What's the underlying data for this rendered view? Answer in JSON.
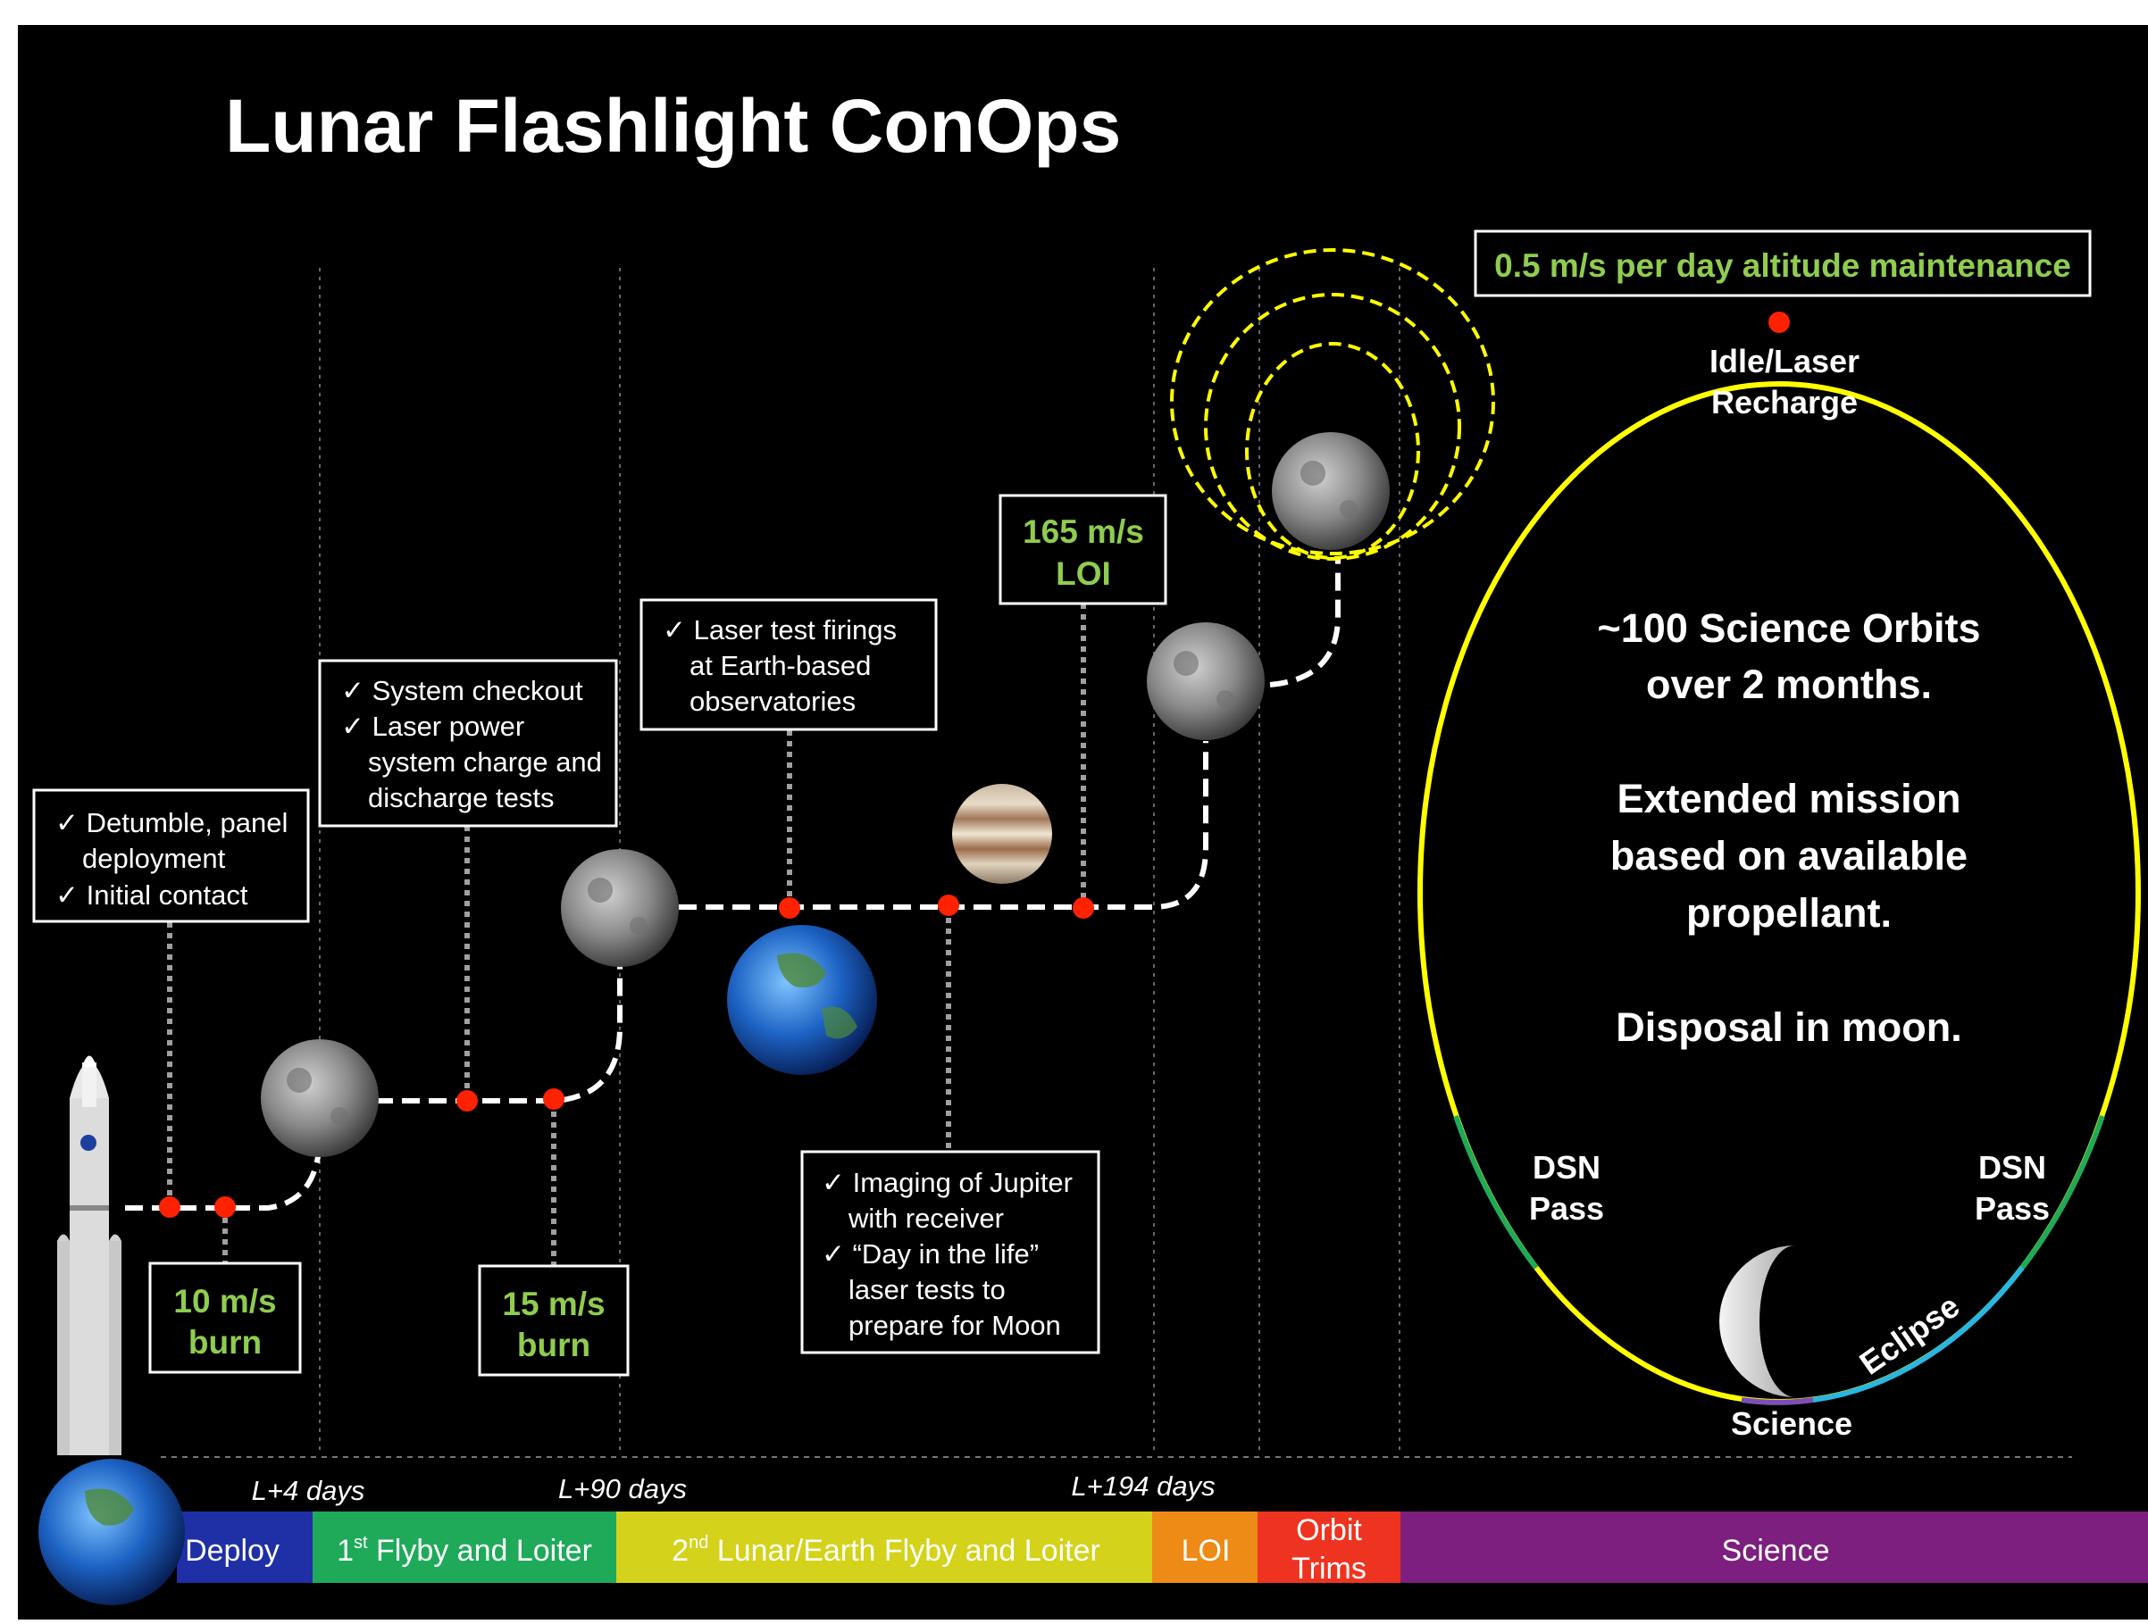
{
  "title": "Lunar Flashlight ConOps",
  "boxes": {
    "detumble": [
      "✓ Detumble, panel",
      "deployment",
      "✓ Initial contact"
    ],
    "checkout": [
      "✓ System checkout",
      "✓ Laser power",
      "system charge and",
      "discharge tests"
    ],
    "laser_test": [
      "✓ Laser test firings",
      "at Earth-based",
      "observatories"
    ],
    "jupiter": [
      "✓ Imaging of Jupiter",
      "with receiver",
      "✓ “Day in the life”",
      "laser tests to",
      "prepare for Moon"
    ],
    "burn1": [
      "10 m/s",
      "burn"
    ],
    "burn2": [
      "15 m/s",
      "burn"
    ],
    "loi": [
      "165 m/s",
      "LOI"
    ],
    "altitude": "0.5 m/s per day altitude maintenance"
  },
  "orbit": {
    "idle": [
      "Idle/Laser",
      "Recharge"
    ],
    "center_text": [
      "~100 Science Orbits",
      "over 2 months.",
      "",
      "Extended mission",
      "based on available",
      "propellant.",
      "",
      "Disposal in moon."
    ],
    "dsn_left": [
      "DSN",
      "Pass"
    ],
    "dsn_right": [
      "DSN",
      "Pass"
    ],
    "eclipse": "Eclipse",
    "science": "Science"
  },
  "timeline": {
    "day_labels": [
      "L+4 days",
      "L+90 days",
      "L+194 days"
    ],
    "phases": [
      {
        "label": "Deploy",
        "color": "#1f2fa5"
      },
      {
        "label": "1",
        "sup": "st",
        "label_rest": " Flyby and Loiter",
        "color": "#1faa5a"
      },
      {
        "label": "2",
        "sup": "nd",
        "label_rest": " Lunar/Earth Flyby and Loiter",
        "color": "#d4d21a"
      },
      {
        "label": "LOI",
        "color": "#ee8a16"
      },
      {
        "label": "Orbit",
        "label2": "Trims",
        "color": "#ee3420"
      },
      {
        "label": "Science",
        "color": "#7c1f7e"
      }
    ]
  },
  "colors": {
    "background": "#000000",
    "accent_green": "#8fcc4f",
    "orbit_yellow": "#ffff00",
    "event_red": "#ff2200"
  }
}
